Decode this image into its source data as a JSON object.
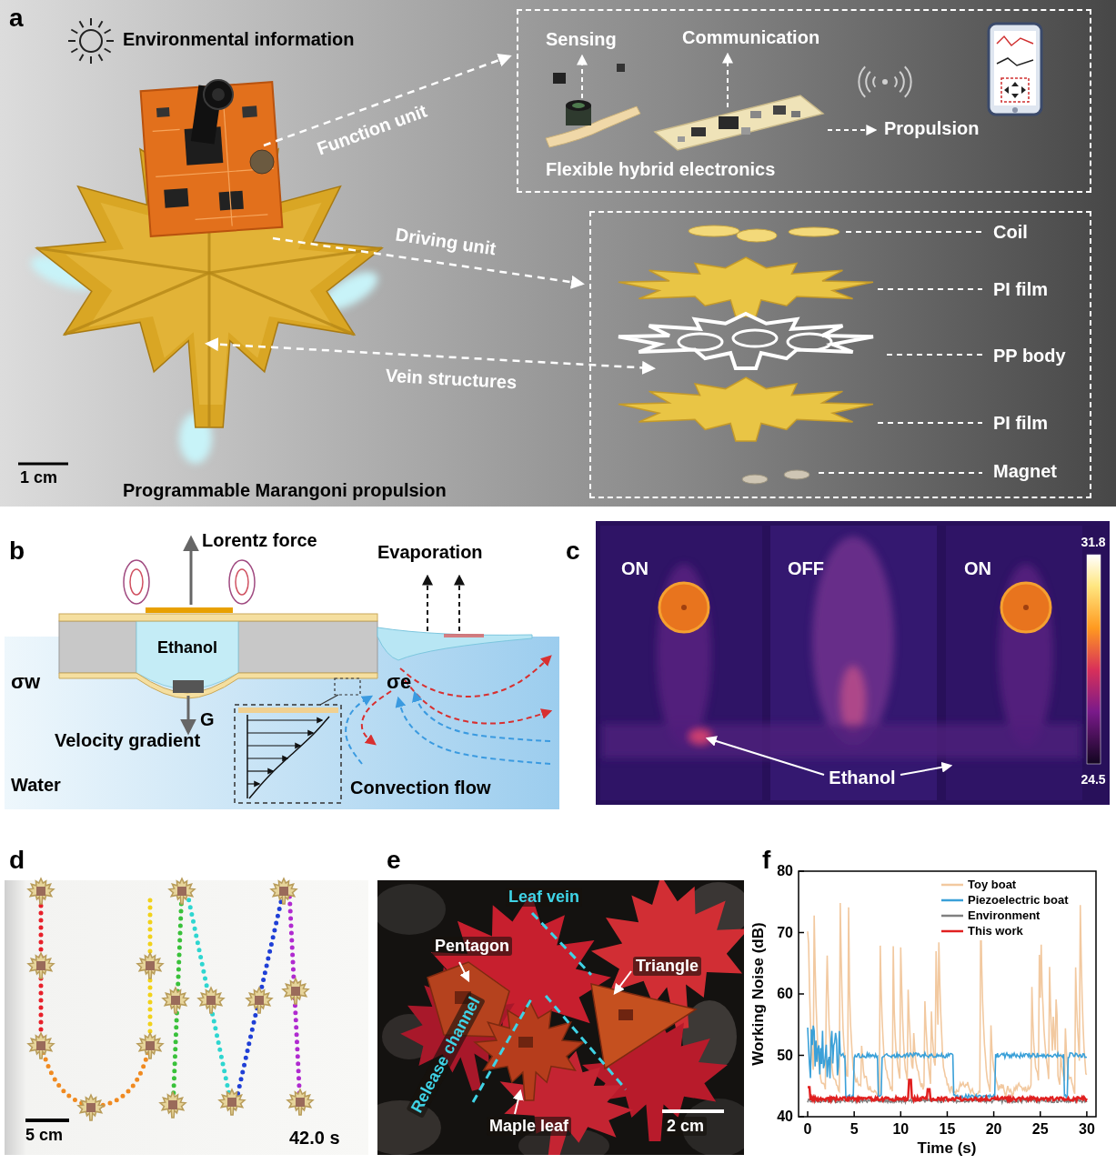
{
  "diagram": {
    "nodes": [
      {
        "text": [
          "Sensing",
          "Communication",
          "Flexible hybrid electronics",
          "Propulsion"
        ]
      },
      {
        "text": [
          "Coil",
          "PI film",
          "PP body",
          "PI film",
          "Magnet"
        ]
      }
    ],
    "labels": [
      "a",
      "Environmental information",
      "Function unit",
      "Driving unit",
      "Vein structures",
      "1 cm",
      "Programmable Marangoni propulsion",
      "b",
      "Lorentz force",
      "Evaporation",
      "Ethanol",
      "σw",
      "σe",
      "G",
      "Velocity gradient",
      "Water",
      "Convection flow",
      "c",
      "ON",
      "OFF",
      "ON",
      "31.8",
      "24.5",
      "Ethanol",
      "d",
      "5 cm",
      "42.0 s",
      "e",
      "Leaf vein",
      "Pentagon",
      "Triangle",
      "Release channel",
      "Maple leaf",
      "2 cm",
      "f",
      "80",
      "70",
      "60",
      "50",
      "40",
      "0",
      "5",
      "10",
      "15",
      "20",
      "25",
      "30",
      "Working Noise (dB)",
      "Time (s)"
    ],
    "legend": [
      {
        "text": "Toy boat"
      },
      {
        "text": "Piezoelectric boat"
      },
      {
        "text": "Environment"
      },
      {
        "text": "This work"
      }
    ]
  }
}
